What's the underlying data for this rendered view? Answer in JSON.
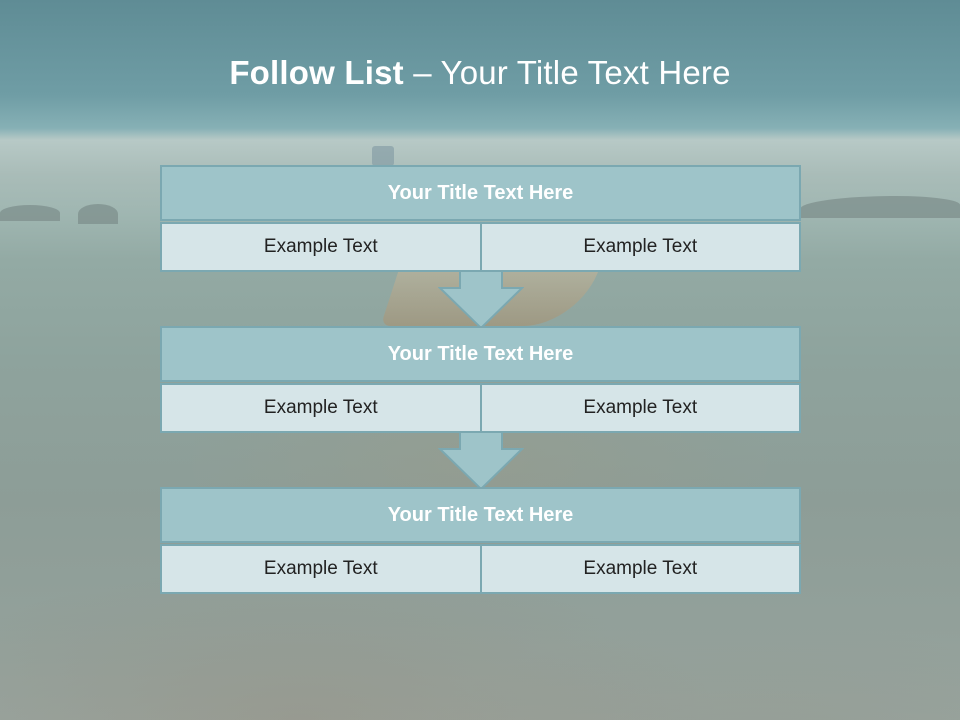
{
  "slide": {
    "title_bold": "Follow List",
    "title_rest": " – Your Title Text Here"
  },
  "steps": [
    {
      "title": "Your Title Text Here",
      "left": "Example Text",
      "right": "Example Text"
    },
    {
      "title": "Your Title Text Here",
      "left": "Example Text",
      "right": "Example Text"
    },
    {
      "title": "Your Title Text Here",
      "left": "Example Text",
      "right": "Example Text"
    }
  ],
  "colors": {
    "header_fill": "#9ec4c9",
    "cell_fill": "#d6e5e8",
    "border": "#7ba8b1",
    "arrow_fill": "#9ec4c9"
  },
  "icons": {
    "arrow": "down-arrow-icon"
  }
}
